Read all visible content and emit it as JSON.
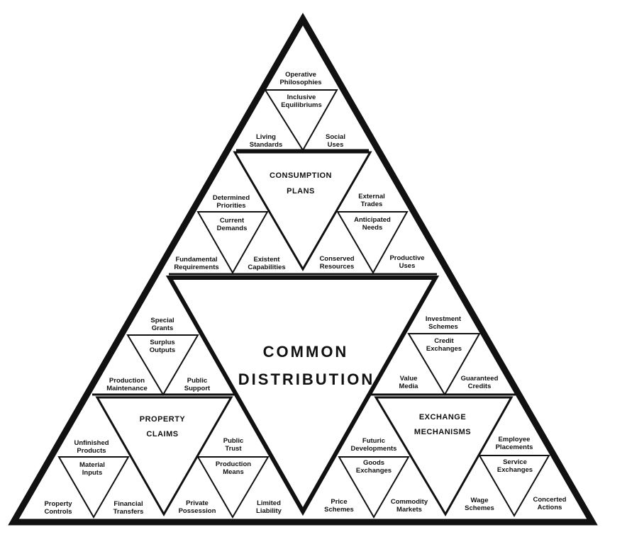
{
  "center": {
    "line1": "COMMON",
    "line2": "DISTRIBUTION"
  },
  "top": {
    "center": {
      "line1": "CONSUMPTION",
      "line2": "PLANS"
    },
    "top_small": {
      "top": [
        "Operative",
        "Philosophies"
      ],
      "inner": [
        "Inclusive",
        "Equilibriums"
      ],
      "left": [
        "Living",
        "Standards"
      ],
      "right": [
        "Social",
        "Uses"
      ]
    },
    "left_small": {
      "top": [
        "Determined",
        "Priorities"
      ],
      "inner": [
        "Current",
        "Demands"
      ],
      "left": [
        "Fundamental",
        "Requirements"
      ],
      "right": [
        "Existent",
        "Capabilities"
      ]
    },
    "right_small": {
      "top": [
        "External",
        "Trades"
      ],
      "inner": [
        "Anticipated",
        "Needs"
      ],
      "left": [
        "Conserved",
        "Resources"
      ],
      "right": [
        "Productive",
        "Uses"
      ]
    }
  },
  "left": {
    "center": {
      "line1": "PROPERTY",
      "line2": "CLAIMS"
    },
    "top_small": {
      "top": [
        "Special",
        "Grants"
      ],
      "inner": [
        "Surplus",
        "Outputs"
      ],
      "left": [
        "Production",
        "Maintenance"
      ],
      "right": [
        "Public",
        "Support"
      ]
    },
    "left_small": {
      "top": [
        "Unfinished",
        "Products"
      ],
      "inner": [
        "Material",
        "Inputs"
      ],
      "left": [
        "Property",
        "Controls"
      ],
      "right": [
        "Financial",
        "Transfers"
      ]
    },
    "right_small": {
      "top": [
        "Public",
        "Trust"
      ],
      "inner": [
        "Production",
        "Means"
      ],
      "left": [
        "Private",
        "Possession"
      ],
      "right": [
        "Limited",
        "Liability"
      ]
    }
  },
  "right": {
    "center": {
      "line1": "EXCHANGE",
      "line2": "MECHANISMS"
    },
    "top_small": {
      "top": [
        "Investment",
        "Schemes"
      ],
      "inner": [
        "Credit",
        "Exchanges"
      ],
      "left": [
        "Value",
        "Media"
      ],
      "right": [
        "Guaranteed",
        "Credits"
      ]
    },
    "left_small": {
      "top": [
        "Futuric",
        "Developments"
      ],
      "inner": [
        "Goods",
        "Exchanges"
      ],
      "left": [
        "Price",
        "Schemes"
      ],
      "right": [
        "Commodity",
        "Markets"
      ]
    },
    "right_small": {
      "top": [
        "Employee",
        "Placements"
      ],
      "inner": [
        "Service",
        "Exchanges"
      ],
      "left": [
        "Wage",
        "Schemes"
      ],
      "right": [
        "Concerted",
        "Actions"
      ]
    }
  }
}
